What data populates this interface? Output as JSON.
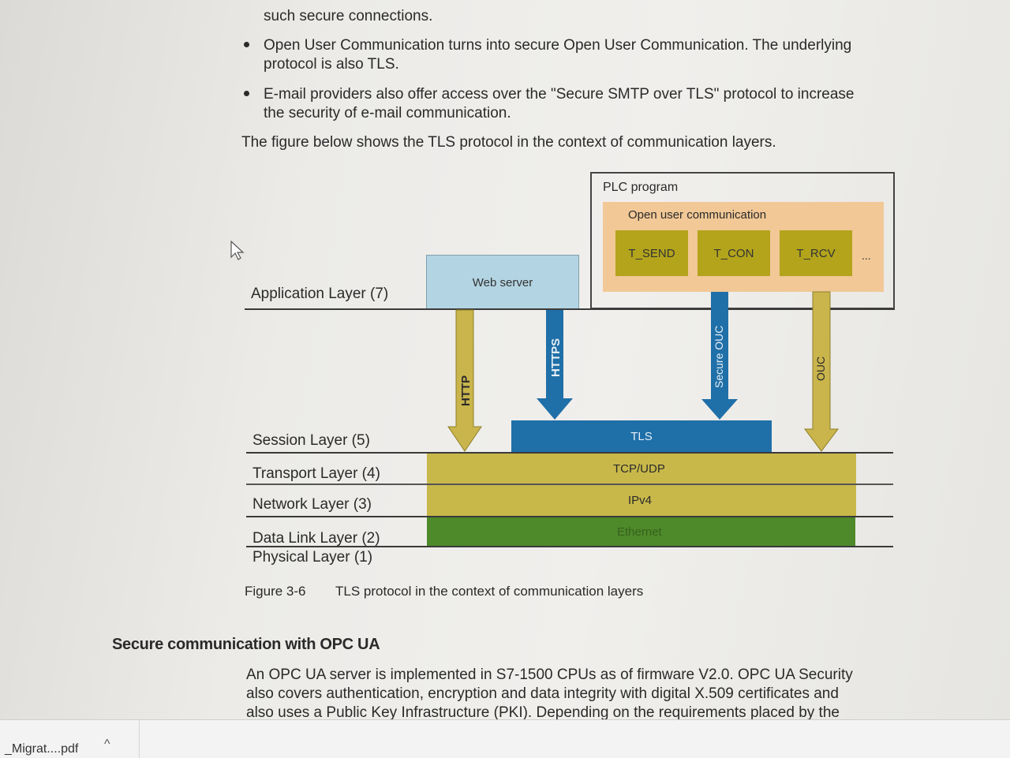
{
  "document": {
    "top_partial_line": "such secure connections.",
    "bullets": [
      {
        "line1": "Open User Communication turns into secure Open User Communication. The underlying",
        "line2": "protocol is also TLS."
      },
      {
        "line1": "E-mail providers also offer access over the \"Secure SMTP over TLS\" protocol to increase",
        "line2": "the security of e-mail communication."
      }
    ],
    "intro": "The figure below shows the TLS protocol in the context of communication layers.",
    "figure_caption": {
      "number": "Figure 3-6",
      "text": "TLS protocol in the context of communication layers"
    },
    "section_heading": "Secure communication with OPC UA",
    "section_body": [
      "An OPC UA server is implemented in S7-1500 CPUs as of firmware V2.0. OPC UA Security",
      "also covers authentication, encryption and data integrity with digital X.509 certificates and",
      "also uses a Public Key Infrastructure (PKI). Depending on the requirements placed by the"
    ]
  },
  "diagram": {
    "layers": {
      "application": "Application Layer (7)",
      "session": "Session Layer (5)",
      "transport": "Transport Layer (4)",
      "network": "Network Layer (3)",
      "datalink": "Data Link Layer (2)",
      "physical": "Physical Layer (1)"
    },
    "plc_program": "PLC program",
    "open_user_comm": "Open user communication",
    "blocks": [
      "T_SEND",
      "T_CON",
      "T_RCV"
    ],
    "blocks_more": "...",
    "web_server": "Web server",
    "tls": "TLS",
    "tcp_udp": "TCP/UDP",
    "ipv4": "IPv4",
    "ethernet": "Ethernet",
    "arrows": {
      "http": "HTTP",
      "https": "HTTPS",
      "secure_ouc": "Secure OUC",
      "ouc": "OUC"
    },
    "colors": {
      "web_server": "#b3d4e2",
      "tls": "#1f6fa8",
      "tcp_udp": "#c8b84a",
      "ethernet": "#4e8a2a",
      "open_user_comm": "#f1c896",
      "block": "#b3a41c",
      "arrow_gold": "#c9b54c",
      "arrow_blue": "#1f6fa8"
    }
  },
  "taskbar": {
    "download_name": "_Migrat....pdf",
    "chevron": "^"
  }
}
